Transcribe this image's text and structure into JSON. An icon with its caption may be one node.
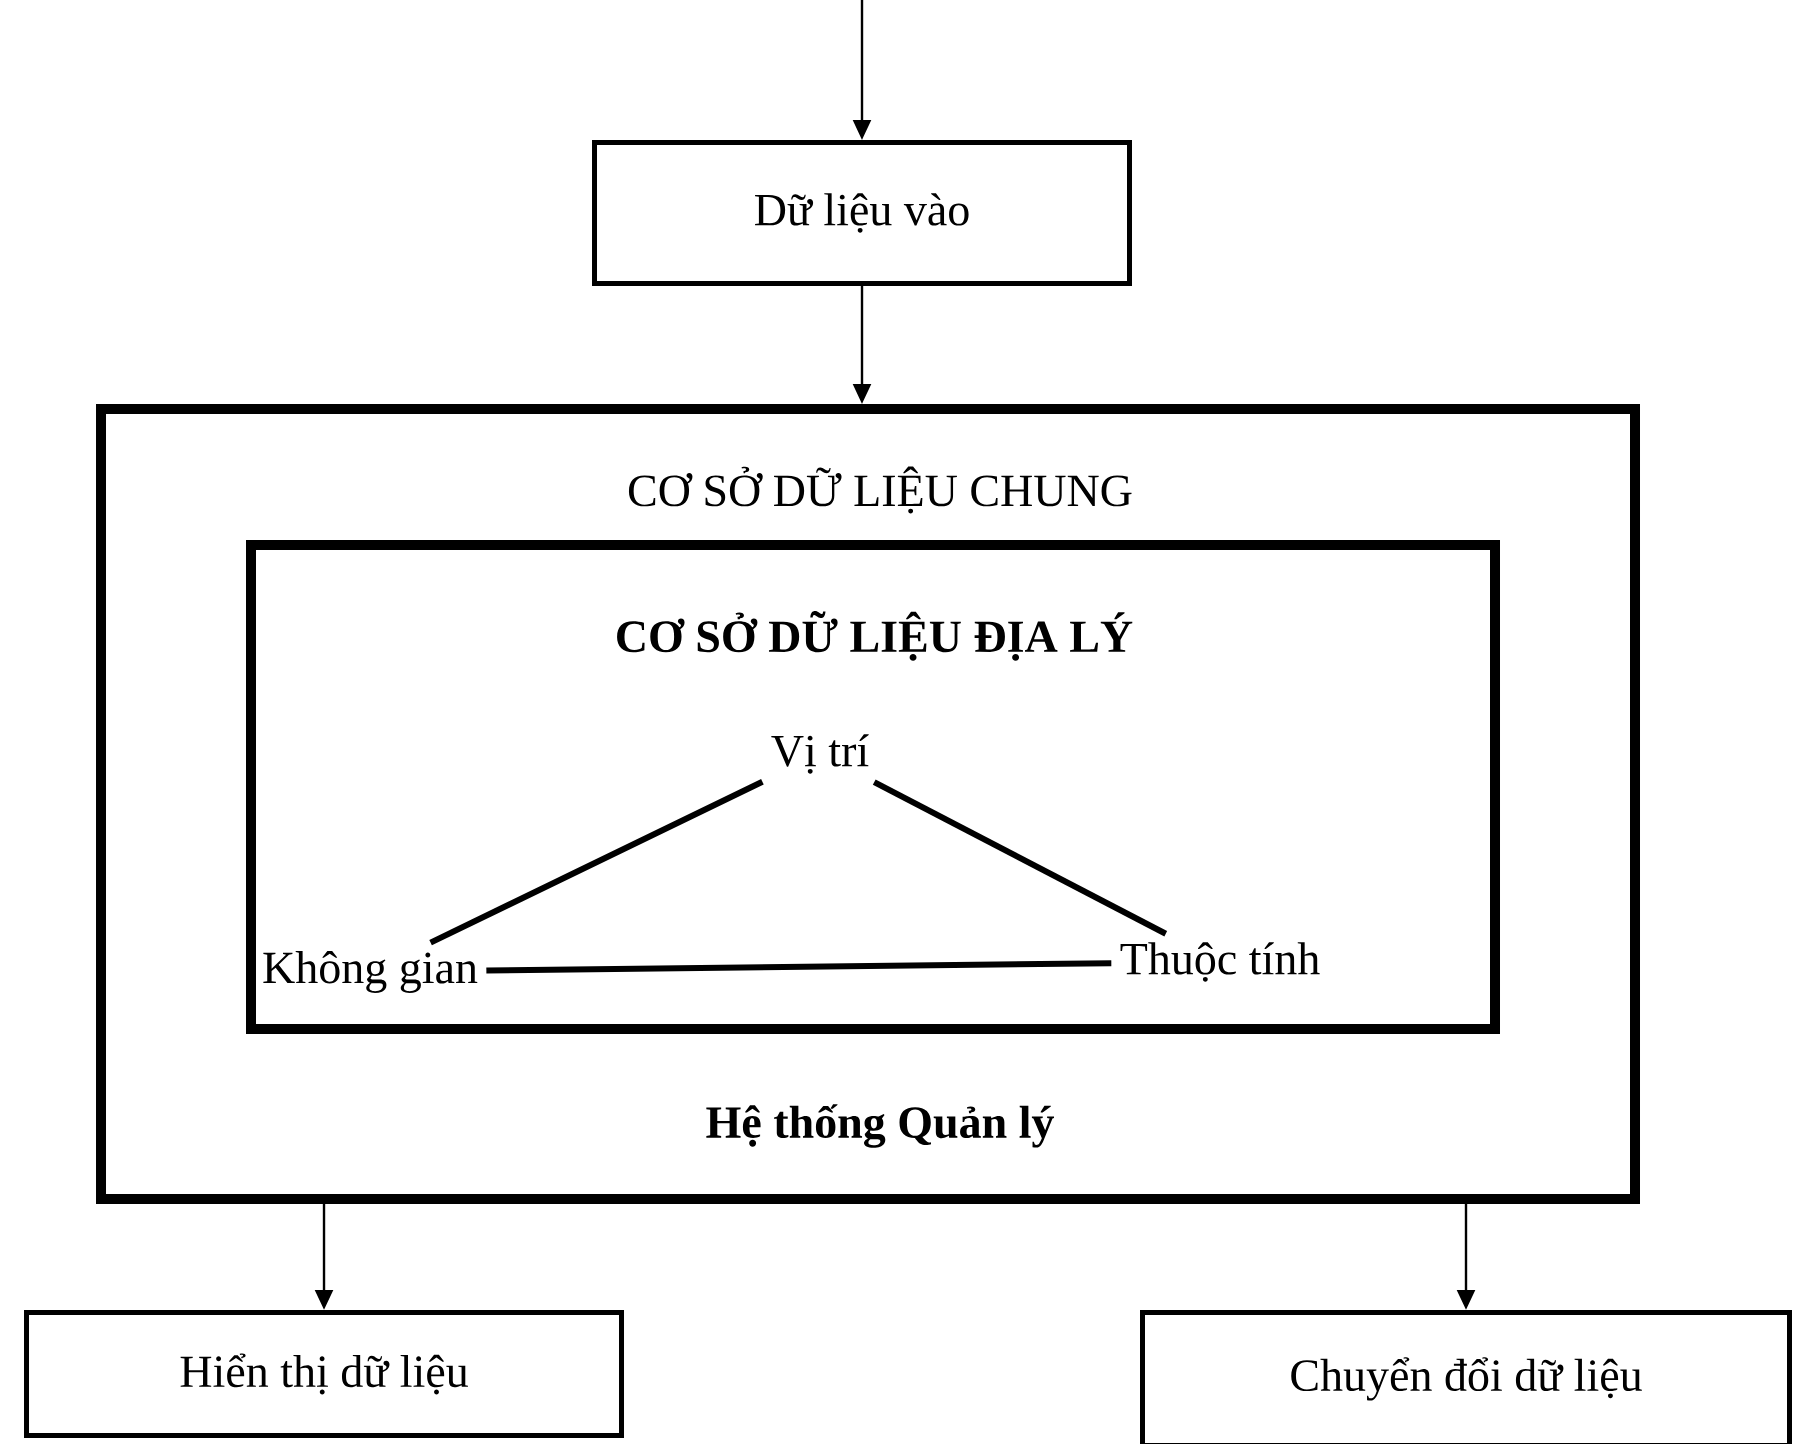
{
  "diagram": {
    "nodes": [
      {
        "text": [
          "Dữ liệu vào"
        ]
      },
      {
        "text": [
          "CƠ SỞ DỮ LIỆU CHUNG",
          "Hệ thống Quản lý"
        ]
      },
      {
        "text": [
          "CƠ SỞ DỮ LIỆU ĐỊA LÝ"
        ],
        "in": 1
      },
      {
        "text": [
          "Vị trí"
        ],
        "in": 2
      },
      {
        "text": [
          "Không gian"
        ],
        "in": 2
      },
      {
        "text": [
          "Thuộc tính"
        ],
        "in": 2
      },
      {
        "text": [
          "Hiển thị dữ liệu"
        ]
      },
      {
        "text": [
          "Chuyển đổi dữ liệu"
        ]
      }
    ],
    "edges": [
      {
        "from": null,
        "to": 0,
        "arrow": "to"
      },
      {
        "from": 0,
        "to": 1,
        "arrow": "to"
      },
      {
        "from": 1,
        "to": 6,
        "arrow": "to"
      },
      {
        "from": 1,
        "to": 7,
        "arrow": "to"
      },
      {
        "from": 3,
        "to": 4,
        "arrow": "none",
        "style": "thick"
      },
      {
        "from": 3,
        "to": 5,
        "arrow": "none",
        "style": "thick"
      },
      {
        "from": 4,
        "to": 5,
        "arrow": "none",
        "style": "thick"
      }
    ]
  }
}
